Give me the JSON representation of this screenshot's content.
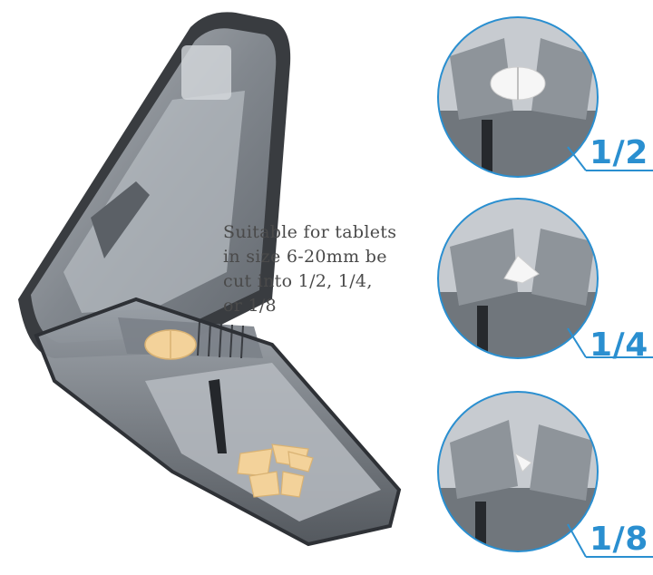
{
  "description": {
    "lines": [
      "Suitable for tablets",
      "in size 6-20mm be",
      "cut into 1/2, 1/4,",
      "or 1/8"
    ]
  },
  "details": [
    {
      "fraction": "1/2"
    },
    {
      "fraction": "1/4"
    },
    {
      "fraction": "1/8"
    }
  ],
  "colors": {
    "accent": "#2a8fd0",
    "text": "#4a4a4a",
    "case_dark": "#3a3d42",
    "case_light": "#9ea4ab",
    "tablet": "#f3d29a"
  }
}
